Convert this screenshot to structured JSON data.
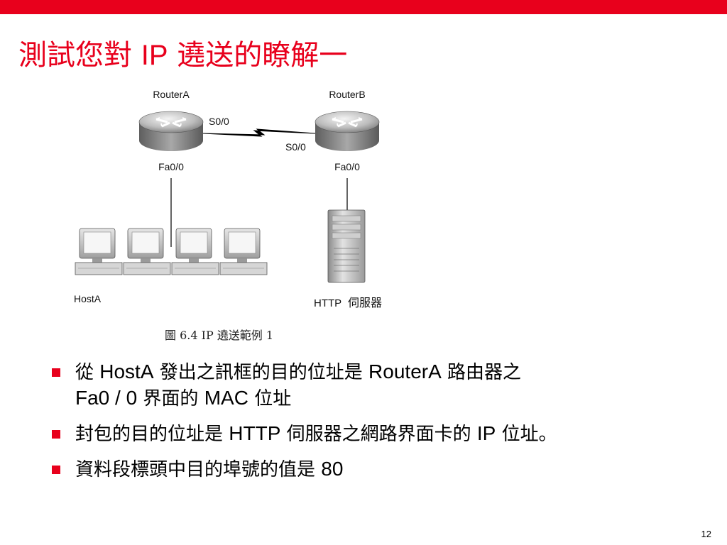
{
  "slide": {
    "title_prefix": "測試您對 ",
    "title_ip": "IP",
    "title_suffix": " 遶送的瞭解一",
    "page_number": "12"
  },
  "diagram": {
    "router_a": "RouterA",
    "router_b": "RouterB",
    "router_a_serial": "S0/0",
    "router_b_serial": "S0/0",
    "router_a_fa": "Fa0/0",
    "router_b_fa": "Fa0/0",
    "host_label": "HostA",
    "server_label_latin": "HTTP",
    "server_label_cjk": "伺服器",
    "caption": "圖 6.4 IP 遶送範例 1"
  },
  "bullets": [
    {
      "line1_a": "從 ",
      "line1_b": "HostA",
      "line1_c": " 發出之訊框的目的位址是 ",
      "line1_d": "RouterA",
      "line1_e": " 路由器之",
      "line2_a": "Fa0 / 0",
      "line2_b": " 界面的 ",
      "line2_c": "MAC",
      "line2_d": " 位址"
    },
    {
      "a": "封包的目的位址是 ",
      "b": "HTTP",
      "c": " 伺服器之網路界面卡的 ",
      "d": "IP",
      "e": " 位址。"
    },
    {
      "a": "資料段標頭中目的埠號的值是 ",
      "b": "80"
    }
  ],
  "colors": {
    "accent_red": "#e8001c",
    "text": "#000000",
    "title": "#e8001c"
  }
}
